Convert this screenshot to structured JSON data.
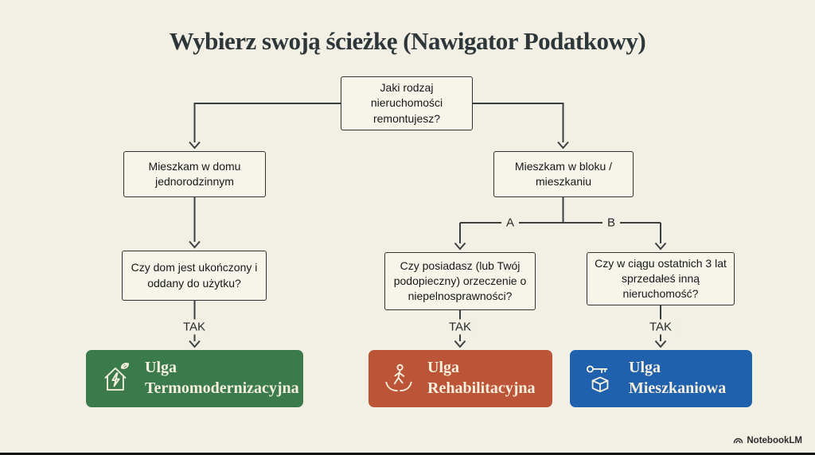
{
  "title": "Wybierz swoją ścieżkę (Nawigator Podatkowy)",
  "flowchart": {
    "root_question": "Jaki rodzaj nieruchomości remontujesz?",
    "branch_a": "A",
    "branch_b": "B",
    "yes_label": "TAK",
    "questions": {
      "house": "Mieszkam w domu jednorodzinnym",
      "apartment": "Mieszkam w bloku / mieszkaniu",
      "house_completed": "Czy dom jest ukończony i oddany do użytku?",
      "disability_certificate": "Czy posiadasz (lub Twój podopieczny) orzeczenie o niepelnosprawności?",
      "sold_property": "Czy w ciągu ostatnich 3 lat sprzedałeś inną nieruchomość?"
    },
    "results": [
      {
        "prefix": "Ulga",
        "name": "Termomodernizacyjna",
        "color": "#3a7a4b",
        "icon": "eco-house-lightning-icon"
      },
      {
        "prefix": "Ulga",
        "name": "Rehabilitacyjna",
        "color": "#bc5437",
        "icon": "person-in-caring-hands-icon"
      },
      {
        "prefix": "Ulga",
        "name": "Mieszkaniowa",
        "color": "#2061ad",
        "icon": "key-and-box-icon"
      }
    ]
  },
  "colors": {
    "background": "#f2efe5",
    "box_background": "#f7f4ea",
    "box_border": "#2e3434",
    "connector_line": "#3a4040",
    "title_text": "#2d3638",
    "result_text": "#f4efdd"
  },
  "watermark": "NotebookLM"
}
